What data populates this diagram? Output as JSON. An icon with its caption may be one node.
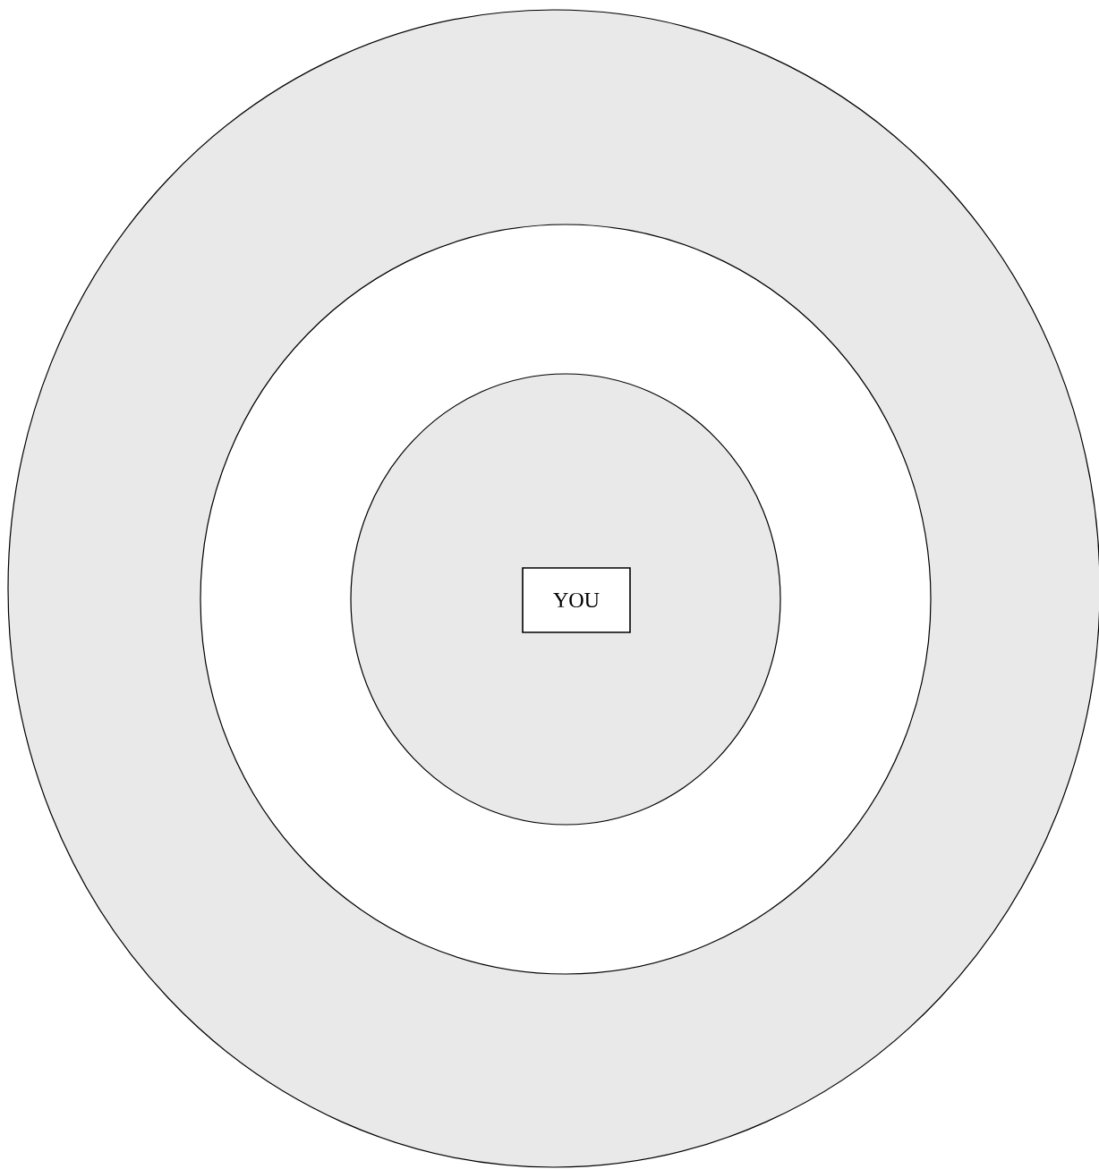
{
  "diagram": {
    "nodes": [
      {
        "text": [],
        "shape": "circle"
      },
      {
        "text": [],
        "shape": "circle",
        "in": 0
      },
      {
        "text": [],
        "shape": "circle",
        "in": 1
      },
      {
        "text": [
          "YOU"
        ],
        "in": 2
      }
    ]
  }
}
